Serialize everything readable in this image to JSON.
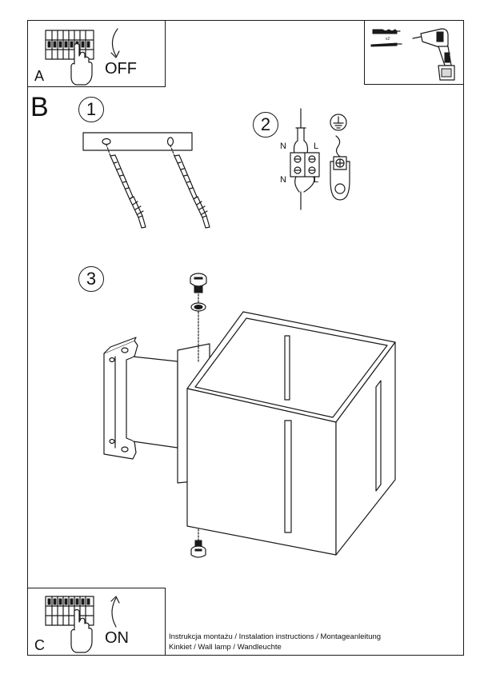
{
  "steps": {
    "a": {
      "letter": "A",
      "action": "OFF"
    },
    "b": {
      "letter": "B",
      "sub_steps": [
        "1",
        "2",
        "3"
      ]
    },
    "c": {
      "letter": "C",
      "action": "ON"
    }
  },
  "wiring": {
    "top_left": "N",
    "top_right": "L",
    "bottom_left": "N",
    "bottom_right": "L"
  },
  "tools": {
    "anchor_count": "x2"
  },
  "footer": {
    "line1": "Instrukcja montażu / Instalation instructions / Montageanleitung",
    "line2": "Kinkiet  / Wall lamp / Wandleuchte"
  }
}
